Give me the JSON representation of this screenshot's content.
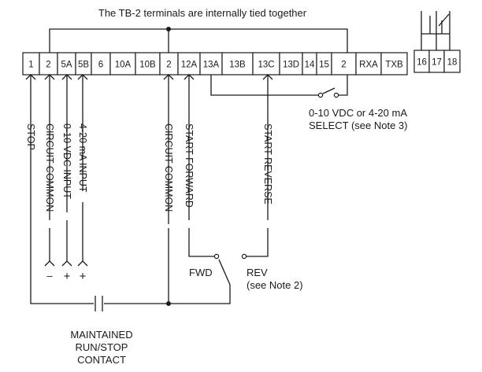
{
  "title": "The TB-2 terminals are internally tied together",
  "terminals": [
    "1",
    "2",
    "5A",
    "5B",
    "6",
    "10A",
    "10B",
    "2",
    "12A",
    "13A",
    "13B",
    "13C",
    "13D",
    "14",
    "15",
    "2",
    "RXA",
    "TXB"
  ],
  "aux_terminals": [
    "16",
    "17",
    "18"
  ],
  "wire_labels": {
    "stop": "STOP",
    "circuit_common_1": "CIRCUIT COMMON",
    "vdc_input": "0-10 VDC INPUT",
    "ma_input": "4-20 mA INPUT",
    "circuit_common_2": "CIRCUIT COMMON",
    "start_forward": "START FORWARD",
    "start_reverse": "START REVERSE"
  },
  "polarity": {
    "minus": "–",
    "plus_1": "+",
    "plus_2": "+"
  },
  "select_note": {
    "line1": "0-10 VDC or 4-20 mA",
    "line2": "SELECT (see Note 3)"
  },
  "fwd_label": "FWD",
  "rev_label": {
    "line1": "REV",
    "line2": "(see Note 2)"
  },
  "contact_label": {
    "line1": "MAINTAINED",
    "line2": "RUN/STOP",
    "line3": "CONTACT"
  }
}
